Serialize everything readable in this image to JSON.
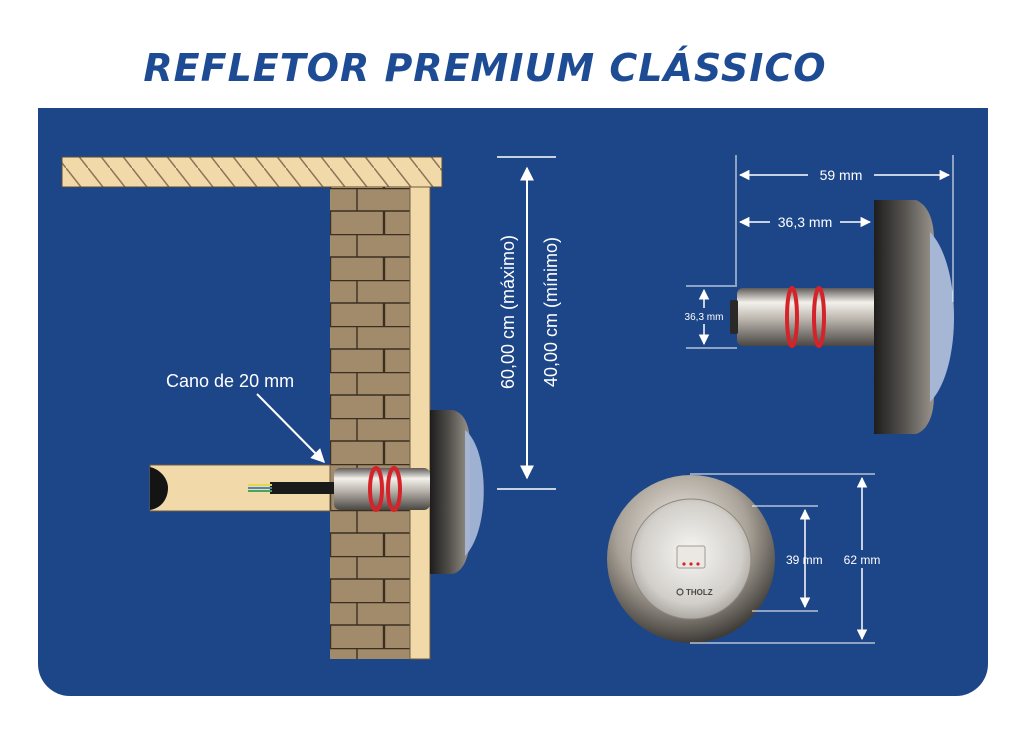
{
  "title": "REFLETOR PREMIUM CLÁSSICO",
  "installation": {
    "pipe_label": "Cano de 20 mm",
    "depth_max": "60,00 cm (máximo)",
    "depth_min": "40,00 cm (mínimo)"
  },
  "side_view": {
    "total_length": "59 mm",
    "body_length": "36,3 mm",
    "body_diameter": "36,3 mm"
  },
  "front_view": {
    "lens_diameter": "39 mm",
    "outer_diameter": "62 mm",
    "brand": "THOLZ"
  },
  "colors": {
    "title": "#1d4c95",
    "panel": "#1d4689",
    "wood": "#f1d9a9",
    "brick": "#a28b6b",
    "o_ring": "#d5232a"
  }
}
